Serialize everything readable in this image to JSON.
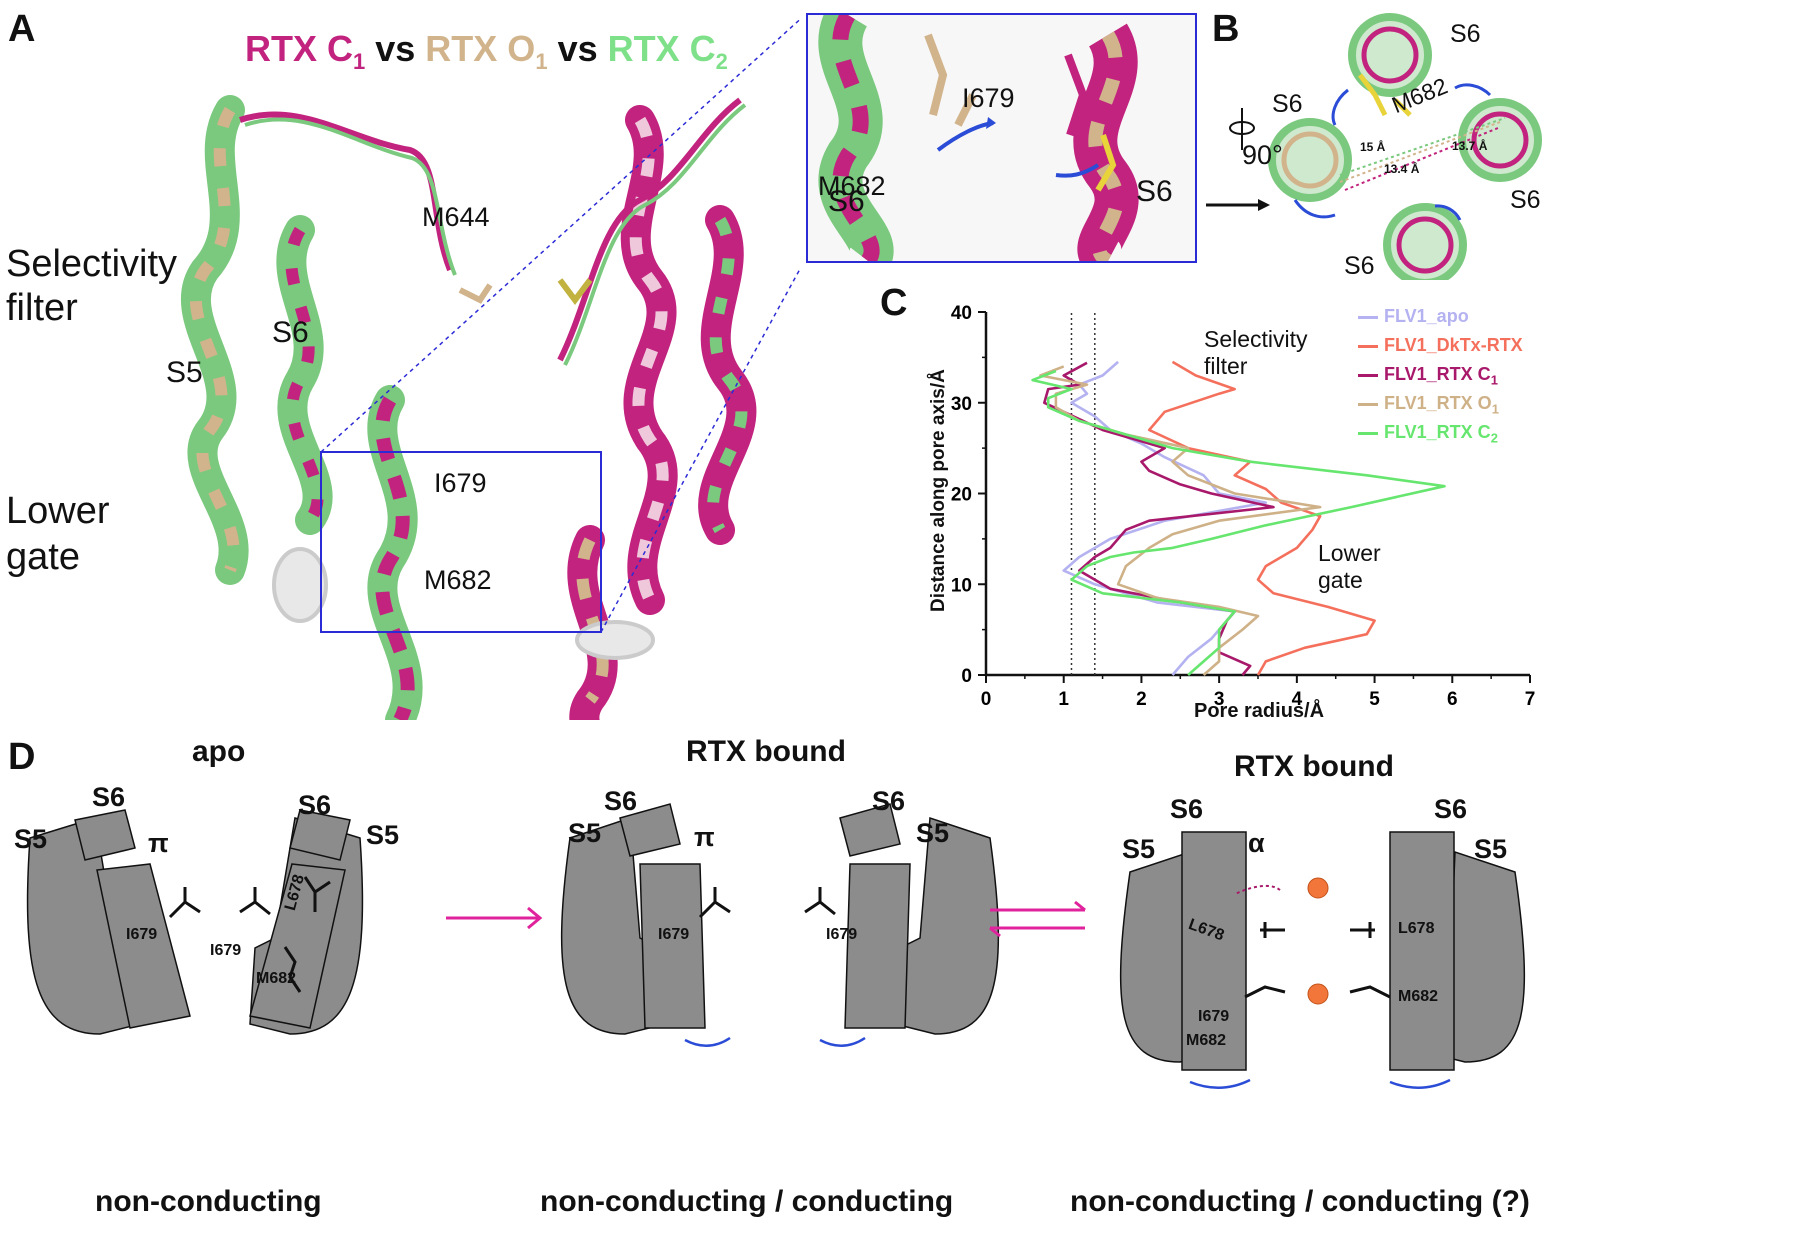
{
  "panels": {
    "a": "A",
    "b": "B",
    "c": "C",
    "d": "D"
  },
  "panelA": {
    "title": [
      {
        "text": "RTX C",
        "sub": "1",
        "color": "#c2237e"
      },
      {
        "text": " vs ",
        "sub": "",
        "color": "#111111"
      },
      {
        "text": "RTX O",
        "sub": "1",
        "color": "#d2b48c"
      },
      {
        "text": " vs ",
        "sub": "",
        "color": "#111111"
      },
      {
        "text": "RTX C",
        "sub": "2",
        "color": "#7fe08a"
      }
    ],
    "labels": {
      "selectivity_filter": "Selectivity\nfilter",
      "lower_gate": "Lower\ngate",
      "s5": "S5",
      "s6": "S6",
      "m644": "M644",
      "i679": "I679",
      "m682": "M682"
    },
    "inset": {
      "i679": "I679",
      "m682": "M682",
      "s6_left": "S6",
      "s6_right": "S6"
    }
  },
  "panelB": {
    "s6": "S6",
    "m682": "M682",
    "rotation": "90°",
    "distances": [
      {
        "text": "15 Å",
        "color": "#7fe08a"
      },
      {
        "text": "13.7 Å",
        "color": "#d2b48c"
      },
      {
        "text": "13.4 Å",
        "color": "#c2237e"
      }
    ]
  },
  "chart_data": {
    "type": "line",
    "xlabel": "Pore radius/Å",
    "ylabel": "Distance along pore axis/Å",
    "xlim": [
      0,
      7
    ],
    "ylim": [
      0,
      40
    ],
    "xticks": [
      "0",
      "1",
      "2",
      "3",
      "4",
      "5",
      "6",
      "7"
    ],
    "yticks": [
      "0",
      "10",
      "20",
      "30",
      "40"
    ],
    "reference_lines_x": [
      1.1,
      1.4
    ],
    "annotations": [
      "Selectivity\nfilter",
      "Lower\ngate"
    ],
    "legend_position": "top-right",
    "series": [
      {
        "name": "FLV1_apo",
        "sub": "",
        "color": "#b4b2f0",
        "points": [
          [
            2.4,
            0
          ],
          [
            2.6,
            2
          ],
          [
            2.9,
            4
          ],
          [
            3.1,
            6
          ],
          [
            3.2,
            7
          ],
          [
            2.2,
            8
          ],
          [
            1.4,
            10
          ],
          [
            1.0,
            11.5
          ],
          [
            1.2,
            13
          ],
          [
            1.6,
            15
          ],
          [
            2.3,
            17
          ],
          [
            3.6,
            19
          ],
          [
            3.0,
            20
          ],
          [
            2.8,
            22
          ],
          [
            2.3,
            24
          ],
          [
            2.0,
            25.5
          ],
          [
            1.6,
            27
          ],
          [
            1.4,
            28.5
          ],
          [
            1.1,
            30
          ],
          [
            1.3,
            31
          ],
          [
            1.2,
            32
          ],
          [
            1.5,
            33
          ],
          [
            1.7,
            34.5
          ]
        ]
      },
      {
        "name": "FLV1_DkTx-RTX",
        "sub": "",
        "color": "#f4705c",
        "points": [
          [
            3.5,
            0
          ],
          [
            3.6,
            1.5
          ],
          [
            4.1,
            3
          ],
          [
            4.9,
            4.5
          ],
          [
            5.0,
            6
          ],
          [
            4.4,
            7.5
          ],
          [
            3.7,
            9
          ],
          [
            3.5,
            10.5
          ],
          [
            3.6,
            12
          ],
          [
            4.0,
            14
          ],
          [
            4.2,
            16
          ],
          [
            4.3,
            17.5
          ],
          [
            3.8,
            19
          ],
          [
            3.6,
            20.5
          ],
          [
            3.2,
            22
          ],
          [
            3.4,
            23.5
          ],
          [
            2.6,
            25
          ],
          [
            2.1,
            27
          ],
          [
            2.3,
            29
          ],
          [
            3.0,
            31
          ],
          [
            3.2,
            31.5
          ],
          [
            2.7,
            33
          ],
          [
            2.4,
            34.5
          ]
        ]
      },
      {
        "name": "FLV1_RTX C",
        "sub": "1",
        "color": "#a8186b",
        "points": [
          [
            3.3,
            0
          ],
          [
            3.4,
            1
          ],
          [
            3.0,
            2.5
          ],
          [
            3.0,
            4
          ],
          [
            3.1,
            6
          ],
          [
            3.2,
            7
          ],
          [
            2.5,
            8
          ],
          [
            1.6,
            9.5
          ],
          [
            1.2,
            11.5
          ],
          [
            1.4,
            13
          ],
          [
            1.6,
            14
          ],
          [
            1.8,
            16
          ],
          [
            2.1,
            17
          ],
          [
            3.7,
            18.5
          ],
          [
            2.9,
            20
          ],
          [
            2.5,
            21
          ],
          [
            2.1,
            22.5
          ],
          [
            2.0,
            23.5
          ],
          [
            2.3,
            25
          ],
          [
            1.5,
            27
          ],
          [
            1.0,
            29
          ],
          [
            0.75,
            30
          ],
          [
            0.8,
            31.5
          ],
          [
            1.2,
            32
          ],
          [
            1.0,
            33
          ],
          [
            1.3,
            34.4
          ]
        ]
      },
      {
        "name": "FLV1_RTX O",
        "sub": "1",
        "color": "#cfb188",
        "points": [
          [
            2.8,
            0
          ],
          [
            3.0,
            1.5
          ],
          [
            3.0,
            3
          ],
          [
            3.3,
            5
          ],
          [
            3.5,
            6.5
          ],
          [
            3.0,
            7.5
          ],
          [
            2.2,
            8.5
          ],
          [
            1.7,
            10
          ],
          [
            1.8,
            12
          ],
          [
            2.1,
            14
          ],
          [
            2.4,
            15.5
          ],
          [
            3.0,
            17
          ],
          [
            4.3,
            18.5
          ],
          [
            3.2,
            20
          ],
          [
            2.6,
            22
          ],
          [
            2.4,
            23.5
          ],
          [
            2.6,
            25
          ],
          [
            1.8,
            26.5
          ],
          [
            1.2,
            28
          ],
          [
            0.9,
            29.5
          ],
          [
            0.9,
            31
          ],
          [
            1.3,
            32
          ],
          [
            0.7,
            33
          ],
          [
            1.0,
            34
          ]
        ]
      },
      {
        "name": "FLV1_RTX C",
        "sub": "2",
        "color": "#66e66e",
        "points": [
          [
            2.6,
            0
          ],
          [
            2.8,
            1.5
          ],
          [
            3.0,
            3
          ],
          [
            3.0,
            5
          ],
          [
            3.2,
            7
          ],
          [
            2.5,
            8
          ],
          [
            1.5,
            9
          ],
          [
            1.1,
            10.5
          ],
          [
            1.3,
            12
          ],
          [
            1.6,
            13
          ],
          [
            1.9,
            13.5
          ],
          [
            2.4,
            14
          ],
          [
            2.9,
            15
          ],
          [
            3.6,
            16.5
          ],
          [
            4.7,
            18.5
          ],
          [
            5.9,
            20.8
          ],
          [
            4.9,
            22
          ],
          [
            3.4,
            23.5
          ],
          [
            2.4,
            25
          ],
          [
            1.8,
            26.5
          ],
          [
            1.2,
            28
          ],
          [
            0.8,
            29.5
          ],
          [
            0.8,
            30.5
          ],
          [
            1.1,
            31.5
          ],
          [
            0.6,
            32.5
          ],
          [
            0.9,
            33.5
          ]
        ]
      }
    ]
  },
  "panelD": {
    "states": [
      {
        "title": "apo",
        "caption": "non-conducting",
        "helix": "π",
        "s5": "S5",
        "s6": "S6",
        "residues": [
          "I679",
          "I679",
          "L678",
          "M682"
        ]
      },
      {
        "title": "RTX bound",
        "caption": "non-conducting / conducting",
        "helix": "π",
        "s5": "S5",
        "s6": "S6",
        "residues": [
          "I679",
          "I679"
        ]
      },
      {
        "title": "RTX bound",
        "caption": "non-conducting / conducting (?)",
        "helix": "α",
        "s5": "S5",
        "s6": "S6",
        "residues": [
          "L678",
          "I679",
          "M682",
          "L678",
          "M682"
        ]
      }
    ]
  }
}
